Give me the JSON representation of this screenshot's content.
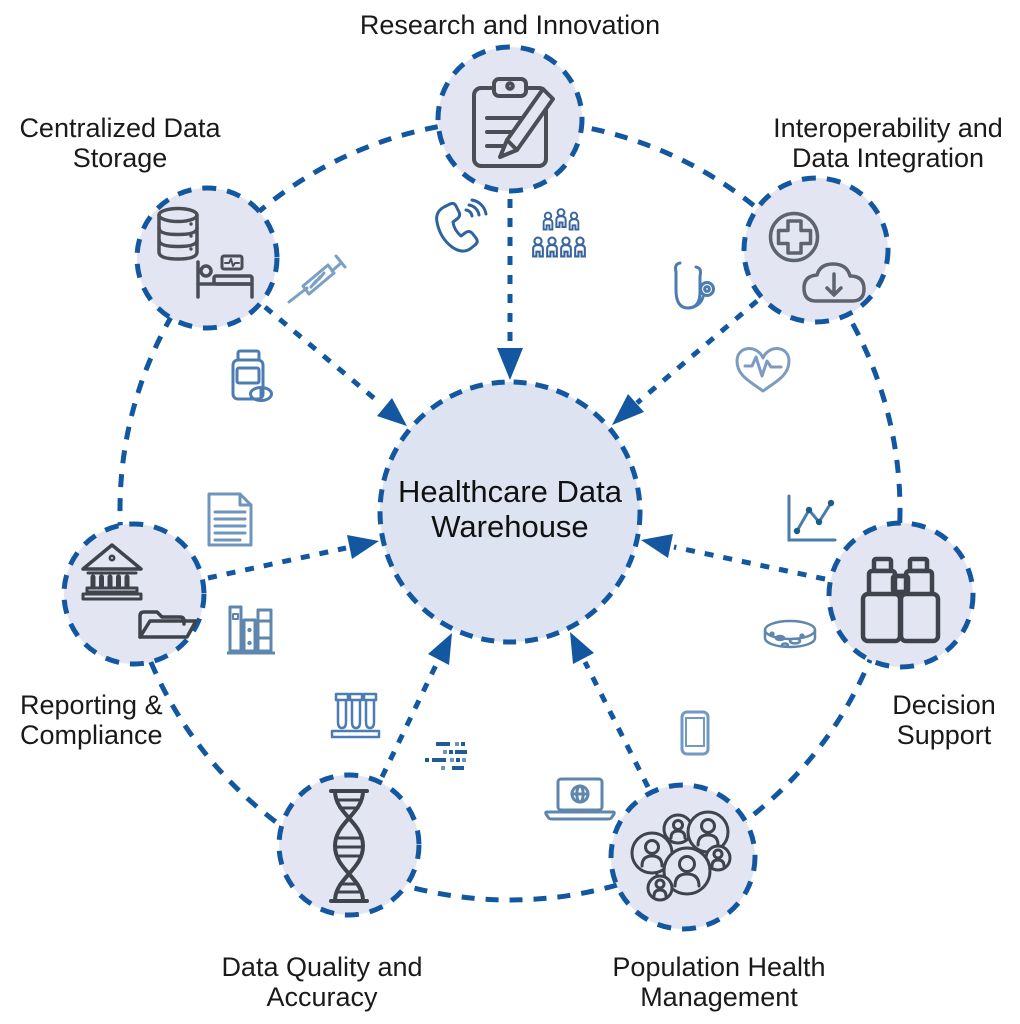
{
  "diagram": {
    "hub": {
      "label": [
        "Healthcare Data",
        "Warehouse"
      ]
    },
    "nodes": [
      {
        "id": "research-innovation",
        "label": [
          "Research and Innovation"
        ],
        "icon": "clipboard-pencil-icon"
      },
      {
        "id": "interoperability-integration",
        "label": [
          "Interoperability and",
          "Data Integration"
        ],
        "icon": "medical-cross-cloud-download-icon"
      },
      {
        "id": "decision-support",
        "label": [
          "Decision",
          "Support"
        ],
        "icon": "binoculars-icon"
      },
      {
        "id": "population-health-management",
        "label": [
          "Population Health",
          "Management"
        ],
        "icon": "people-network-icon"
      },
      {
        "id": "data-quality-accuracy",
        "label": [
          "Data Quality and",
          "Accuracy"
        ],
        "icon": "dna-helix-icon"
      },
      {
        "id": "reporting-compliance",
        "label": [
          "Reporting &",
          "Compliance"
        ],
        "icon": "bank-folder-icon"
      },
      {
        "id": "centralized-data-storage",
        "label": [
          "Centralized Data",
          "Storage"
        ],
        "icon": "database-patient-bed-icon"
      }
    ],
    "decorative_icons": [
      "syringe-icon",
      "telephone-icon",
      "people-group-icon",
      "stethoscope-icon",
      "heart-ekg-icon",
      "pill-bottle-icon",
      "document-icon",
      "line-chart-icon",
      "petri-dish-icon",
      "books-icon",
      "test-tubes-icon",
      "data-dots-icon",
      "laptop-globe-icon",
      "mobile-phone-icon"
    ],
    "colors": {
      "connector_blue": "#12579f",
      "node_fill": "#e3e6f2",
      "hub_fill": "#dde3f0",
      "icon_dark_gray": "#44474f",
      "icon_blue": "#3c6da8",
      "icon_light_blue": "#7aa0c4",
      "background": "#ffffff",
      "label_text": "#1a1a1a"
    }
  }
}
